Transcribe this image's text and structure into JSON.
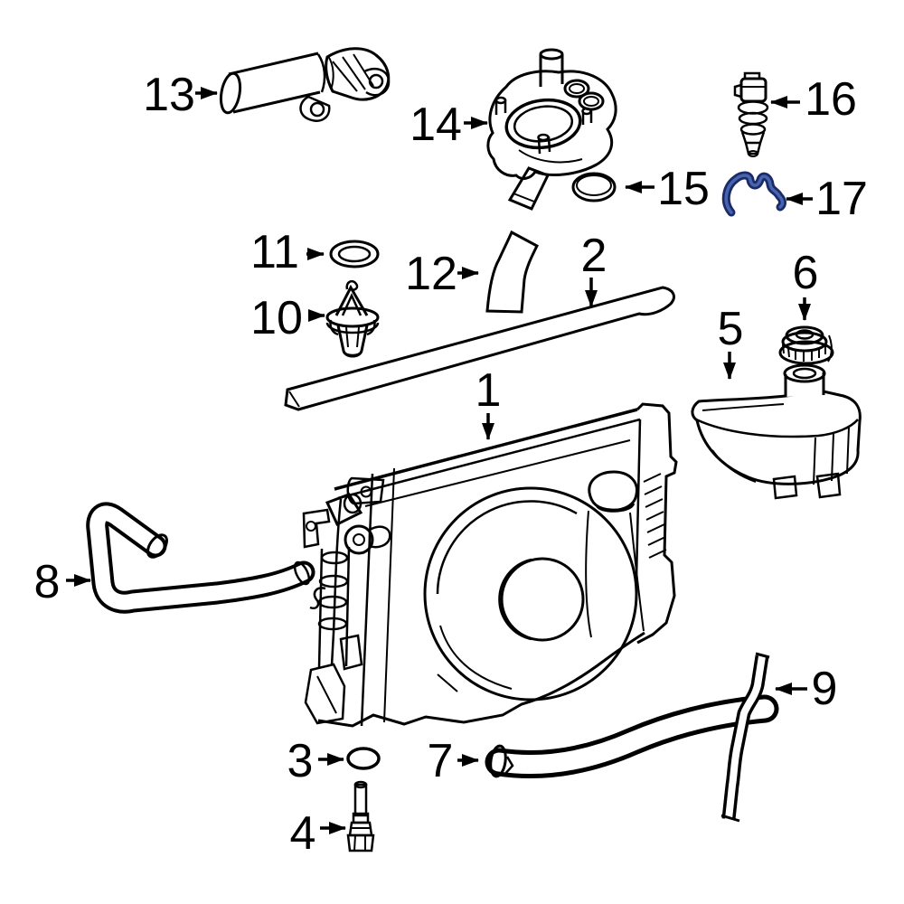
{
  "figure": {
    "kind": "exploded-parts-diagram",
    "colors": {
      "background": "#ffffff",
      "line": "#000000",
      "highlight_outline": "#1c2a66",
      "highlight_fill": "#4565b0"
    },
    "callouts": [
      {
        "number": "1"
      },
      {
        "number": "2"
      },
      {
        "number": "3"
      },
      {
        "number": "4"
      },
      {
        "number": "5"
      },
      {
        "number": "6"
      },
      {
        "number": "7"
      },
      {
        "number": "8"
      },
      {
        "number": "9"
      },
      {
        "number": "10"
      },
      {
        "number": "11"
      },
      {
        "number": "12"
      },
      {
        "number": "13"
      },
      {
        "number": "14"
      },
      {
        "number": "15"
      },
      {
        "number": "16"
      },
      {
        "number": "17"
      }
    ]
  }
}
